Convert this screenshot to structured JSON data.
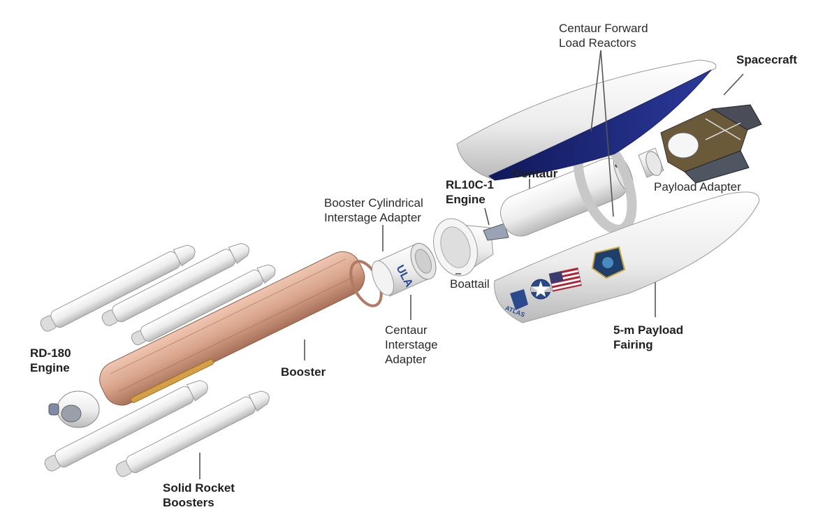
{
  "labels": {
    "forward_load_reactors": [
      "Centaur Forward",
      "Load Reactors"
    ],
    "spacecraft": "Spacecraft",
    "centaur": "Centaur",
    "payload_adapter": "Payload Adapter",
    "rl10c_engine": [
      "RL10C-1",
      "Engine"
    ],
    "booster_cylindrical_isa": [
      "Booster Cylindrical",
      "Interstage Adapter"
    ],
    "boattail": "Boattail",
    "centaur_isa": [
      "Centaur",
      "Interstage",
      "Adapter"
    ],
    "payload_fairing": [
      "5-m Payload",
      "Fairing"
    ],
    "rd180_engine": [
      "RD-180",
      "Engine"
    ],
    "booster": "Booster",
    "solid_rocket_boosters": [
      "Solid Rocket",
      "Boosters"
    ]
  },
  "markings": {
    "ula_logo": "ULA",
    "atlas_logo": "ATLAS"
  },
  "colors": {
    "booster": "#d9a58c",
    "fairing_interior": "#1e2a78",
    "flag_red": "#b22234",
    "flag_blue": "#3c3b6e"
  }
}
